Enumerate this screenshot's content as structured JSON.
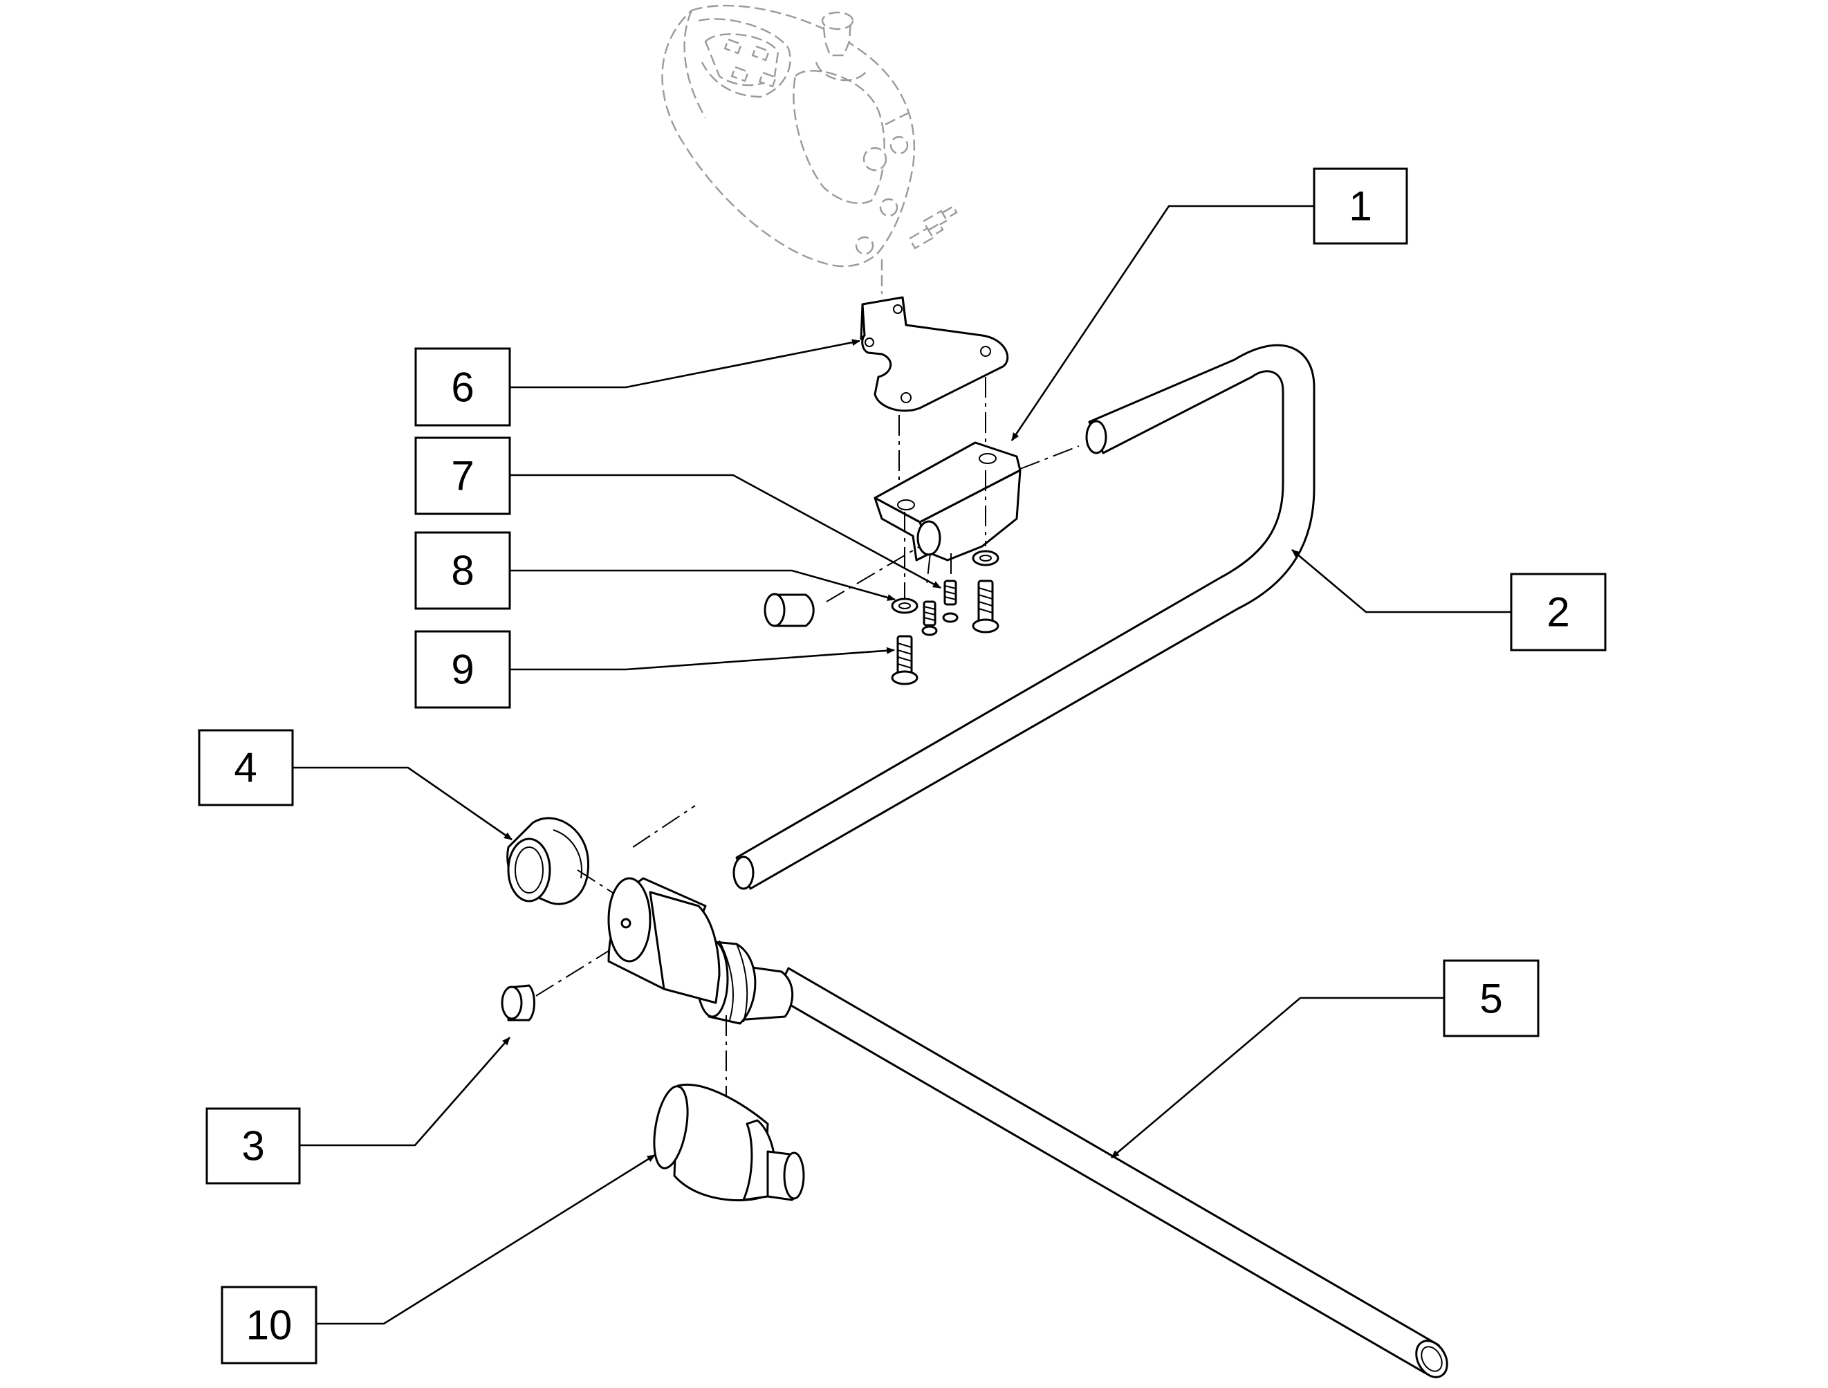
{
  "callouts": [
    {
      "id": "1",
      "label": "1"
    },
    {
      "id": "2",
      "label": "2"
    },
    {
      "id": "3",
      "label": "3"
    },
    {
      "id": "4",
      "label": "4"
    },
    {
      "id": "5",
      "label": "5"
    },
    {
      "id": "6",
      "label": "6"
    },
    {
      "id": "7",
      "label": "7"
    },
    {
      "id": "8",
      "label": "8"
    },
    {
      "id": "9",
      "label": "9"
    },
    {
      "id": "10",
      "label": "10"
    }
  ],
  "colors": {
    "line": "#000000",
    "ghost": "#9a9a9a",
    "background": "#ffffff"
  }
}
